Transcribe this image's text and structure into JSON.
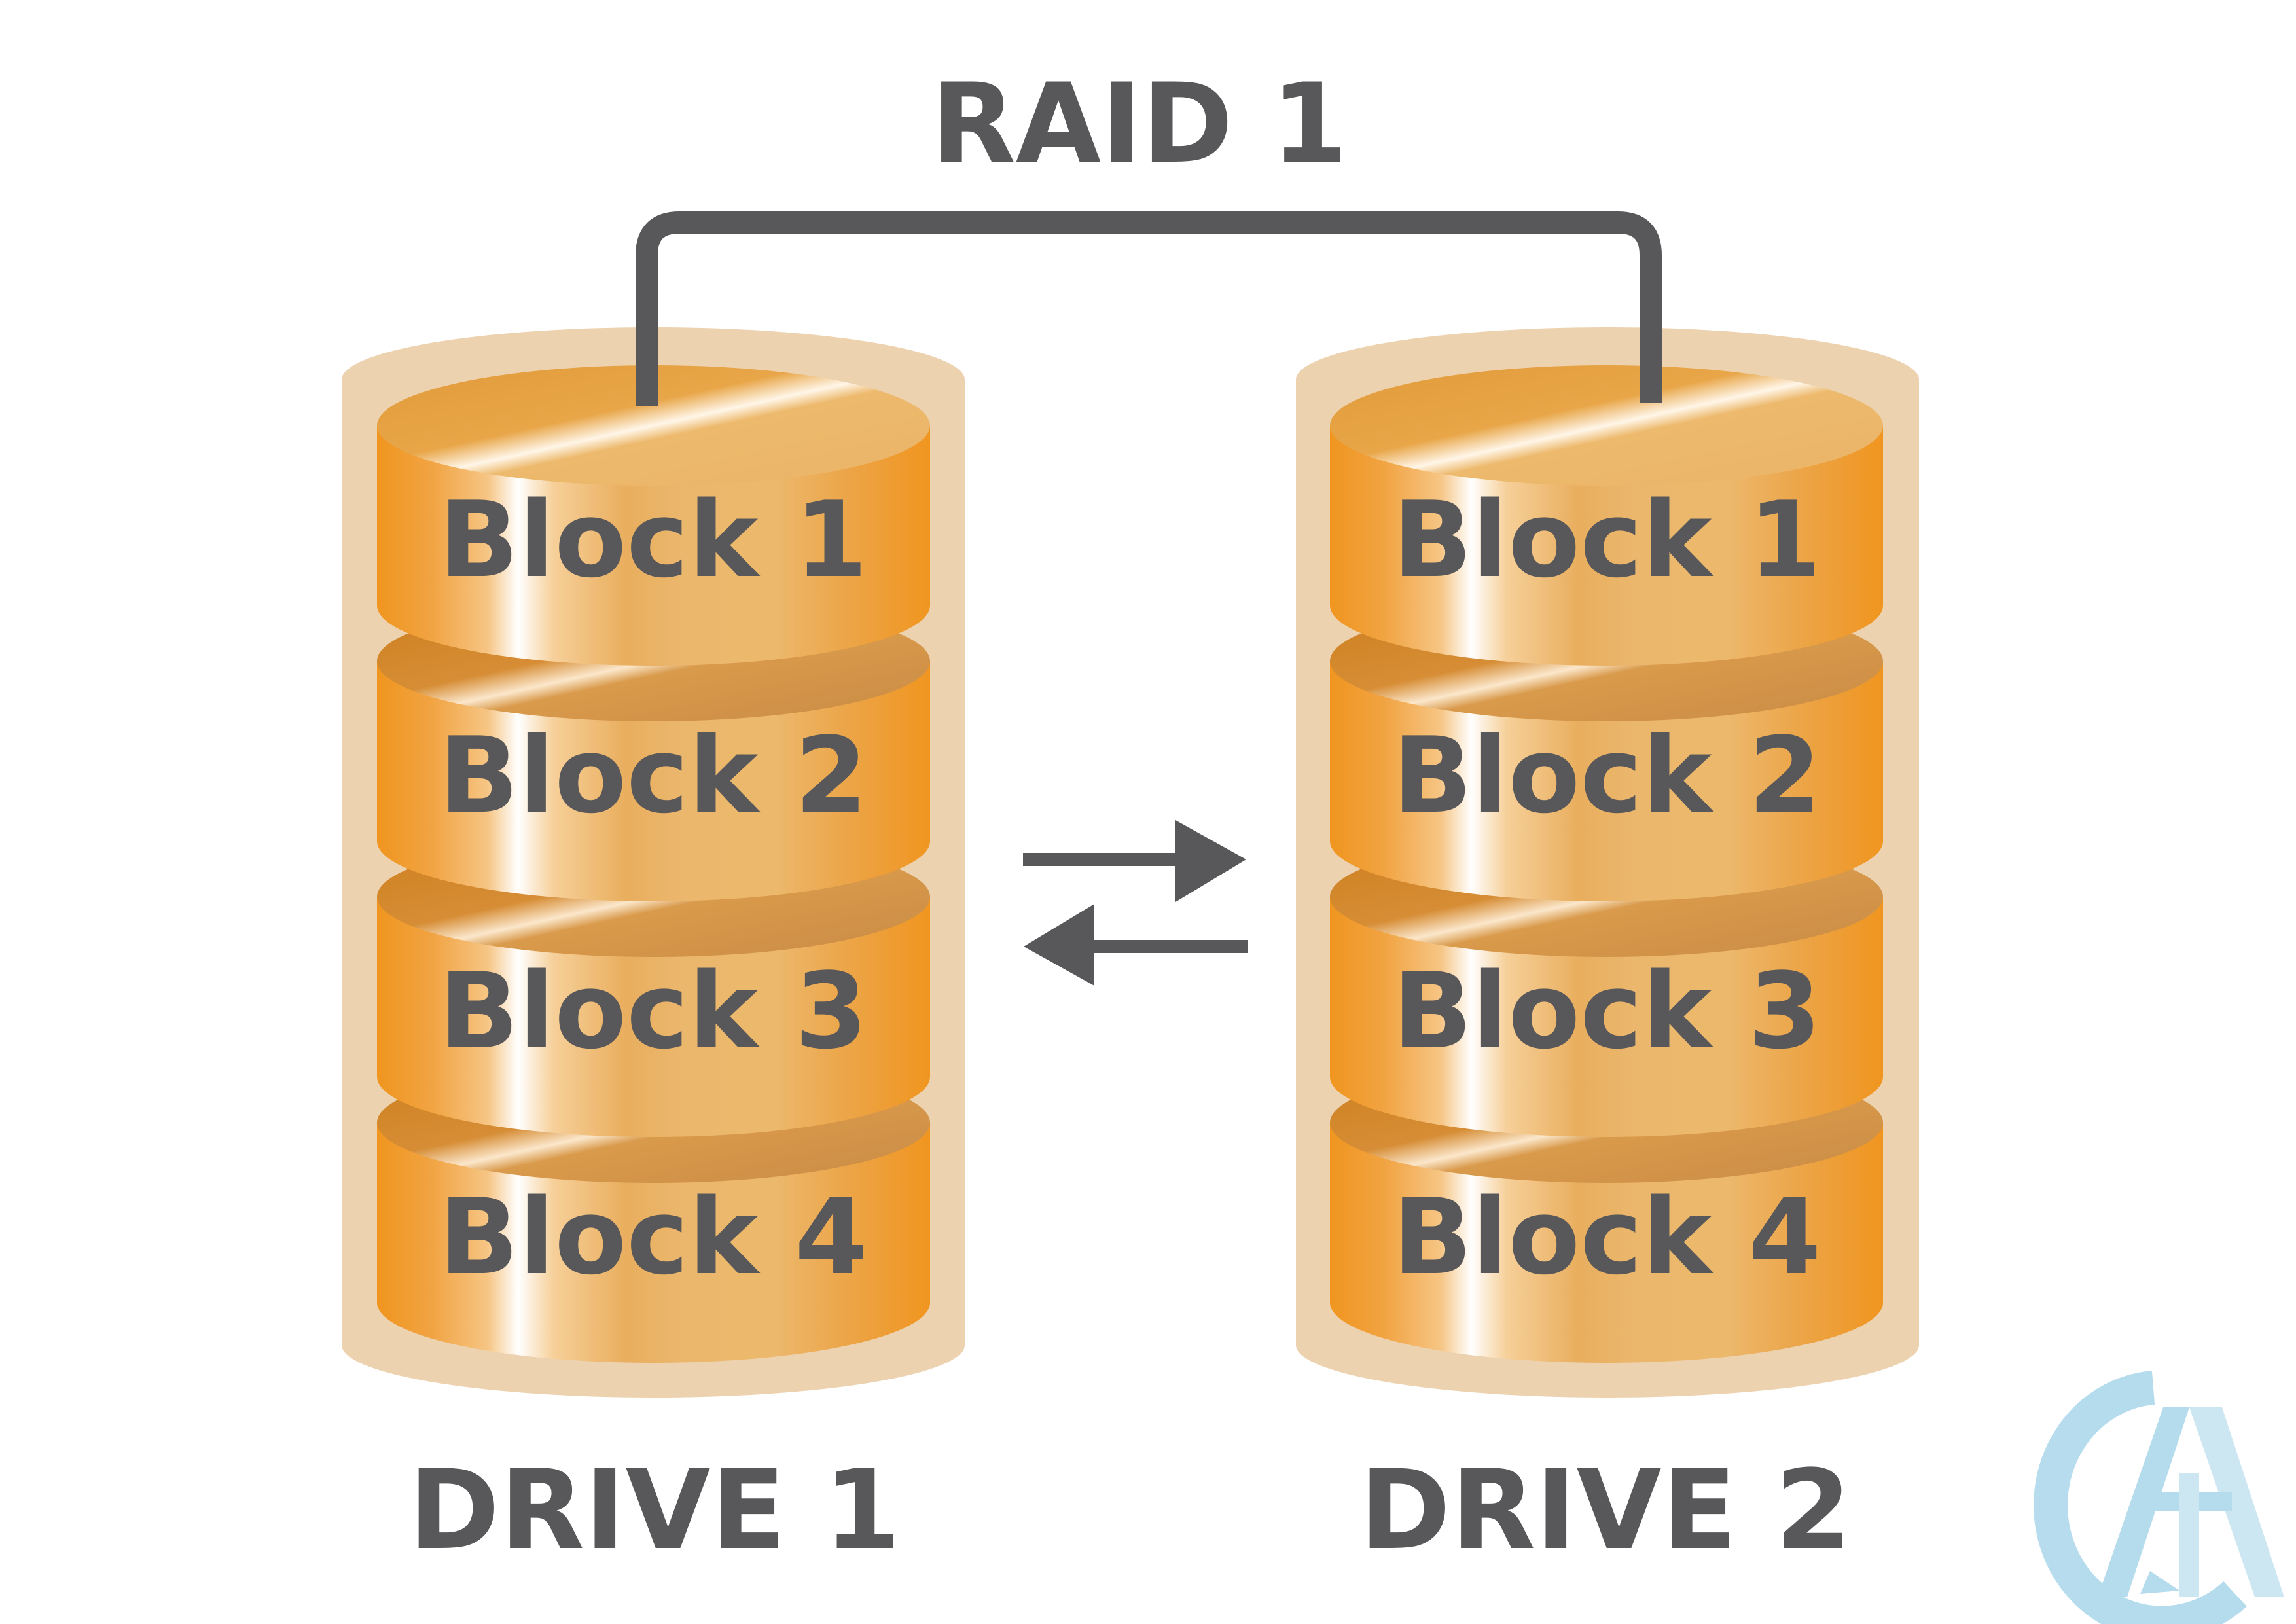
{
  "title": "RAID 1",
  "drives": [
    {
      "label": "DRIVE 1",
      "blocks": [
        "Block 1",
        "Block 2",
        "Block 3",
        "Block 4"
      ]
    },
    {
      "label": "DRIVE 2",
      "blocks": [
        "Block 1",
        "Block 2",
        "Block 3",
        "Block 4"
      ]
    }
  ],
  "colors": {
    "text": "#58585a",
    "connector": "#58585a",
    "casing": "#edd2b0",
    "disk_orange": "#f0951f",
    "disk_top": "#e6a03a",
    "watermark": "#a9d6ea"
  },
  "icons": {
    "sync_arrows": "bidirectional-arrows-icon",
    "watermark": "ata-logo"
  }
}
